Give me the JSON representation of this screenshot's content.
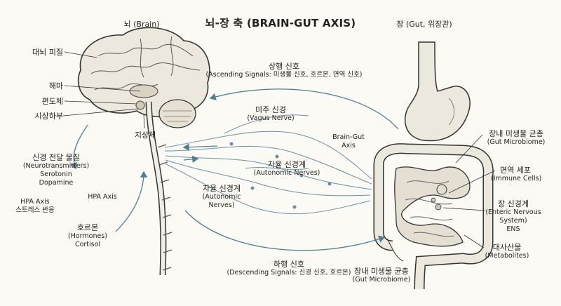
{
  "title": "뇌-장 축 (BRAIN-GUT AXIS)",
  "brain_header": "뇌 (Brain)",
  "gut_header": "장 (Gut, 위장관)",
  "brain_parts": {
    "cortex": "대뇌 피질",
    "hippocampus": "해마",
    "amygdala": "편도체",
    "hypothalamus": "시상하부",
    "pituitary": "지상체"
  },
  "neurotransmitters": {
    "ko": "신경 전달 물질",
    "en": "(Neurotransmitters)",
    "item1": "Serotonin",
    "item2": "Dopamine"
  },
  "hpa": {
    "left_en": "HPA Axis",
    "left_ko": "스트레스 반응",
    "center": "HPA Axis"
  },
  "hormones": {
    "ko": "호르몬",
    "en": "(Hormones)",
    "item": "Cortisol"
  },
  "ascending": {
    "ko": "상행 신호",
    "en": "(Ascending Signals: 미생물 신호, 호르몬, 면역 신호)"
  },
  "descending": {
    "ko": "하행 신호",
    "en": "(Descending Signals: 신경 신호, 호르몬)"
  },
  "vagus": {
    "ko": "미주 신경",
    "en": "(Vagus Nerve)"
  },
  "autonomic_center": {
    "ko": "자율 신경계",
    "en": "(Autonomic Nerves)"
  },
  "autonomic_left": {
    "ko": "자율 신경계",
    "en1": "(Autonomic",
    "en2": "Nerves)"
  },
  "brain_gut_axis": {
    "line1": "Brain-Gut",
    "line2": "Axis"
  },
  "gut_microbiome_top": {
    "ko": "장내 미생물 균총",
    "en": "(Gut Microbiome)"
  },
  "immune": {
    "ko": "면역 세포",
    "en": "(Immune Cells)"
  },
  "ens": {
    "ko": "장 신경계",
    "en1": "(Enteric Nervous",
    "en2": "System)",
    "en3": "ENS"
  },
  "metabolites": {
    "ko": "대사산물",
    "en": "(Metabolites)"
  },
  "gut_microbiome_bottom": {
    "ko": "장내 미생물 균총",
    "en": "(Gut Microbiome)"
  },
  "colors": {
    "ink": "#222222",
    "nerve": "#6b8fa6",
    "arrow": "#4f7f93",
    "organ": "#e8e4d8"
  }
}
